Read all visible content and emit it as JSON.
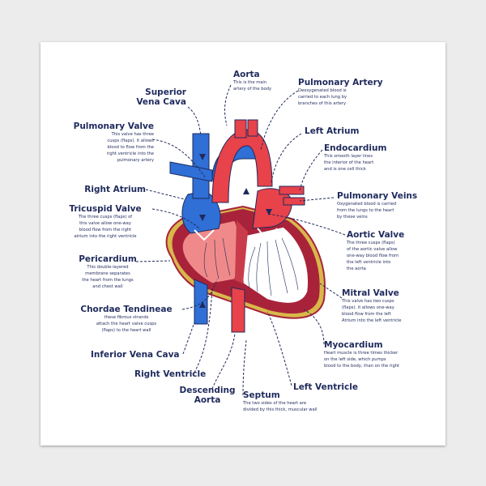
{
  "labels": {
    "superior_vena_cava": {
      "title_1": "Superior",
      "title_2": "Vena Cava"
    },
    "aorta": {
      "title": "Aorta",
      "desc_1": "This is the main",
      "desc_2": "artery of the body"
    },
    "pulmonary_artery": {
      "title": "Pulmonary Artery",
      "desc_1": "Deoxygenated blood is",
      "desc_2": "carried to each lung by",
      "desc_3": "branches of this artery"
    },
    "pulmonary_valve": {
      "title": "Pulmonary Valve",
      "desc_1": "This valve has three",
      "desc_2": "cusps (flaps). it allows",
      "desc_3": "blood to flow from the",
      "desc_4": "right ventricle into the",
      "desc_5": "pulmonary artery"
    },
    "left_atrium": {
      "title": "Left Atrium"
    },
    "endocardium": {
      "title": "Endocardium",
      "desc_1": "This smooth layer lines",
      "desc_2": "the interior of the heart",
      "desc_3": "and is one cell thick"
    },
    "right_atrium": {
      "title": "Right Atrium"
    },
    "pulmonary_veins": {
      "title": "Pulmonary Veins",
      "desc_1": "Oxygenated blood is carried",
      "desc_2": "from the lungs to the heart",
      "desc_3": "by these veins"
    },
    "tricuspid_valve": {
      "title": "Tricuspid Valve",
      "desc_1": "The three cusps (flaps) of",
      "desc_2": "this valve allow one-way",
      "desc_3": "blood flow from the right",
      "desc_4": "atrium into the right ventricle"
    },
    "aortic_valve": {
      "title": "Aortic Valve",
      "desc_1": "The three cusps (flaps)",
      "desc_2": "of the aortic valve allow",
      "desc_3": "one-way blood flow from",
      "desc_4": "the left ventricle into",
      "desc_5": "the aorta"
    },
    "pericardium": {
      "title": "Pericardium",
      "desc_1": "This double-layered",
      "desc_2": "membrane separates",
      "desc_3": "the heart from the lungs",
      "desc_4": "and chest wall"
    },
    "mitral_valve": {
      "title": "Mitral Valve",
      "desc_1": "This valve has two cusps",
      "desc_2": "(flaps). it allows one-way",
      "desc_3": "blood flow from the left",
      "desc_4": "Atrium into the left ventricle"
    },
    "chordae_tendineae": {
      "title": "Chordae Tendineae",
      "desc_1": "these fibrous strands",
      "desc_2": "attach the heart valve cusps",
      "desc_3": "(flaps) to the heart wall"
    },
    "myocardium": {
      "title": "Myocardium",
      "desc_1": "Heart muscle is three times thicker",
      "desc_2": "on the left side, which pumps",
      "desc_3": "blood to the body, than on the right"
    },
    "inferior_vena_cava": {
      "title": "Inferior Vena Cava"
    },
    "right_ventricle": {
      "title": "Right Ventricle"
    },
    "left_ventricle": {
      "title": "Left Ventricle"
    },
    "descending_aorta": {
      "title_1": "Descending",
      "title_2": "Aorta"
    },
    "septum": {
      "title": "Septum",
      "desc_1": "The two sides of the heart are",
      "desc_2": "divided by this thick, muscular wall"
    }
  },
  "colors": {
    "ink": "#1f2a5c",
    "red": "#e8424a",
    "blue": "#2f6fd6",
    "pink": "#f08a8a",
    "maroon": "#a8233a",
    "gold": "#d8b84a"
  }
}
